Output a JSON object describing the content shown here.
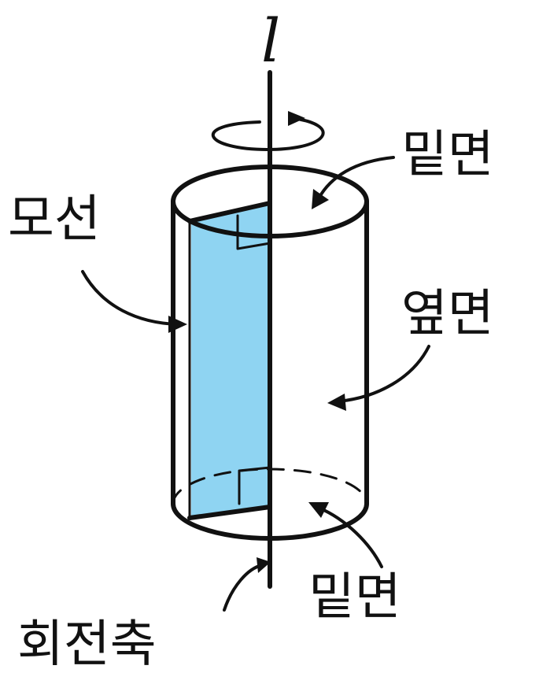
{
  "diagram": {
    "axis_letter": "l",
    "labels": {
      "top_base": "밑면",
      "generatrix": "모선",
      "lateral_surface": "옆면",
      "bottom_base": "밑면",
      "rotation_axis": "회전축"
    },
    "colors": {
      "rectangle_fill": "#8fd4f2",
      "line": "#111111",
      "background": "#ffffff"
    }
  }
}
